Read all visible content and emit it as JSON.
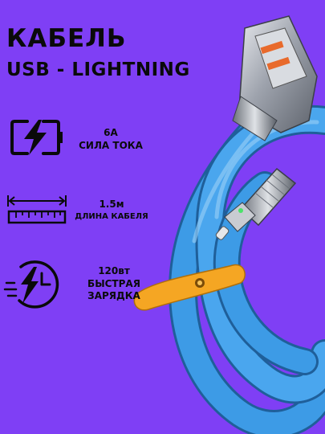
{
  "header": {
    "title": "КАБЕЛЬ",
    "subtitle": "USB - LIGHTNING"
  },
  "features": [
    {
      "icon": "battery-charging-icon",
      "line1": "6А",
      "line2": "СИЛА ТОКА"
    },
    {
      "icon": "ruler-icon",
      "line1": "1.5м",
      "line2": "ДЛИНА КАБЕЛЯ"
    },
    {
      "icon": "fast-charge-clock-icon",
      "line1": "120вт",
      "line2": "БЫСТРАЯ",
      "line3": "ЗАРЯДКА"
    }
  ],
  "colors": {
    "background": "#7f3ff5",
    "cable": "#3d9be6",
    "strap": "#f5a623",
    "metal": "#b8bcc4"
  }
}
